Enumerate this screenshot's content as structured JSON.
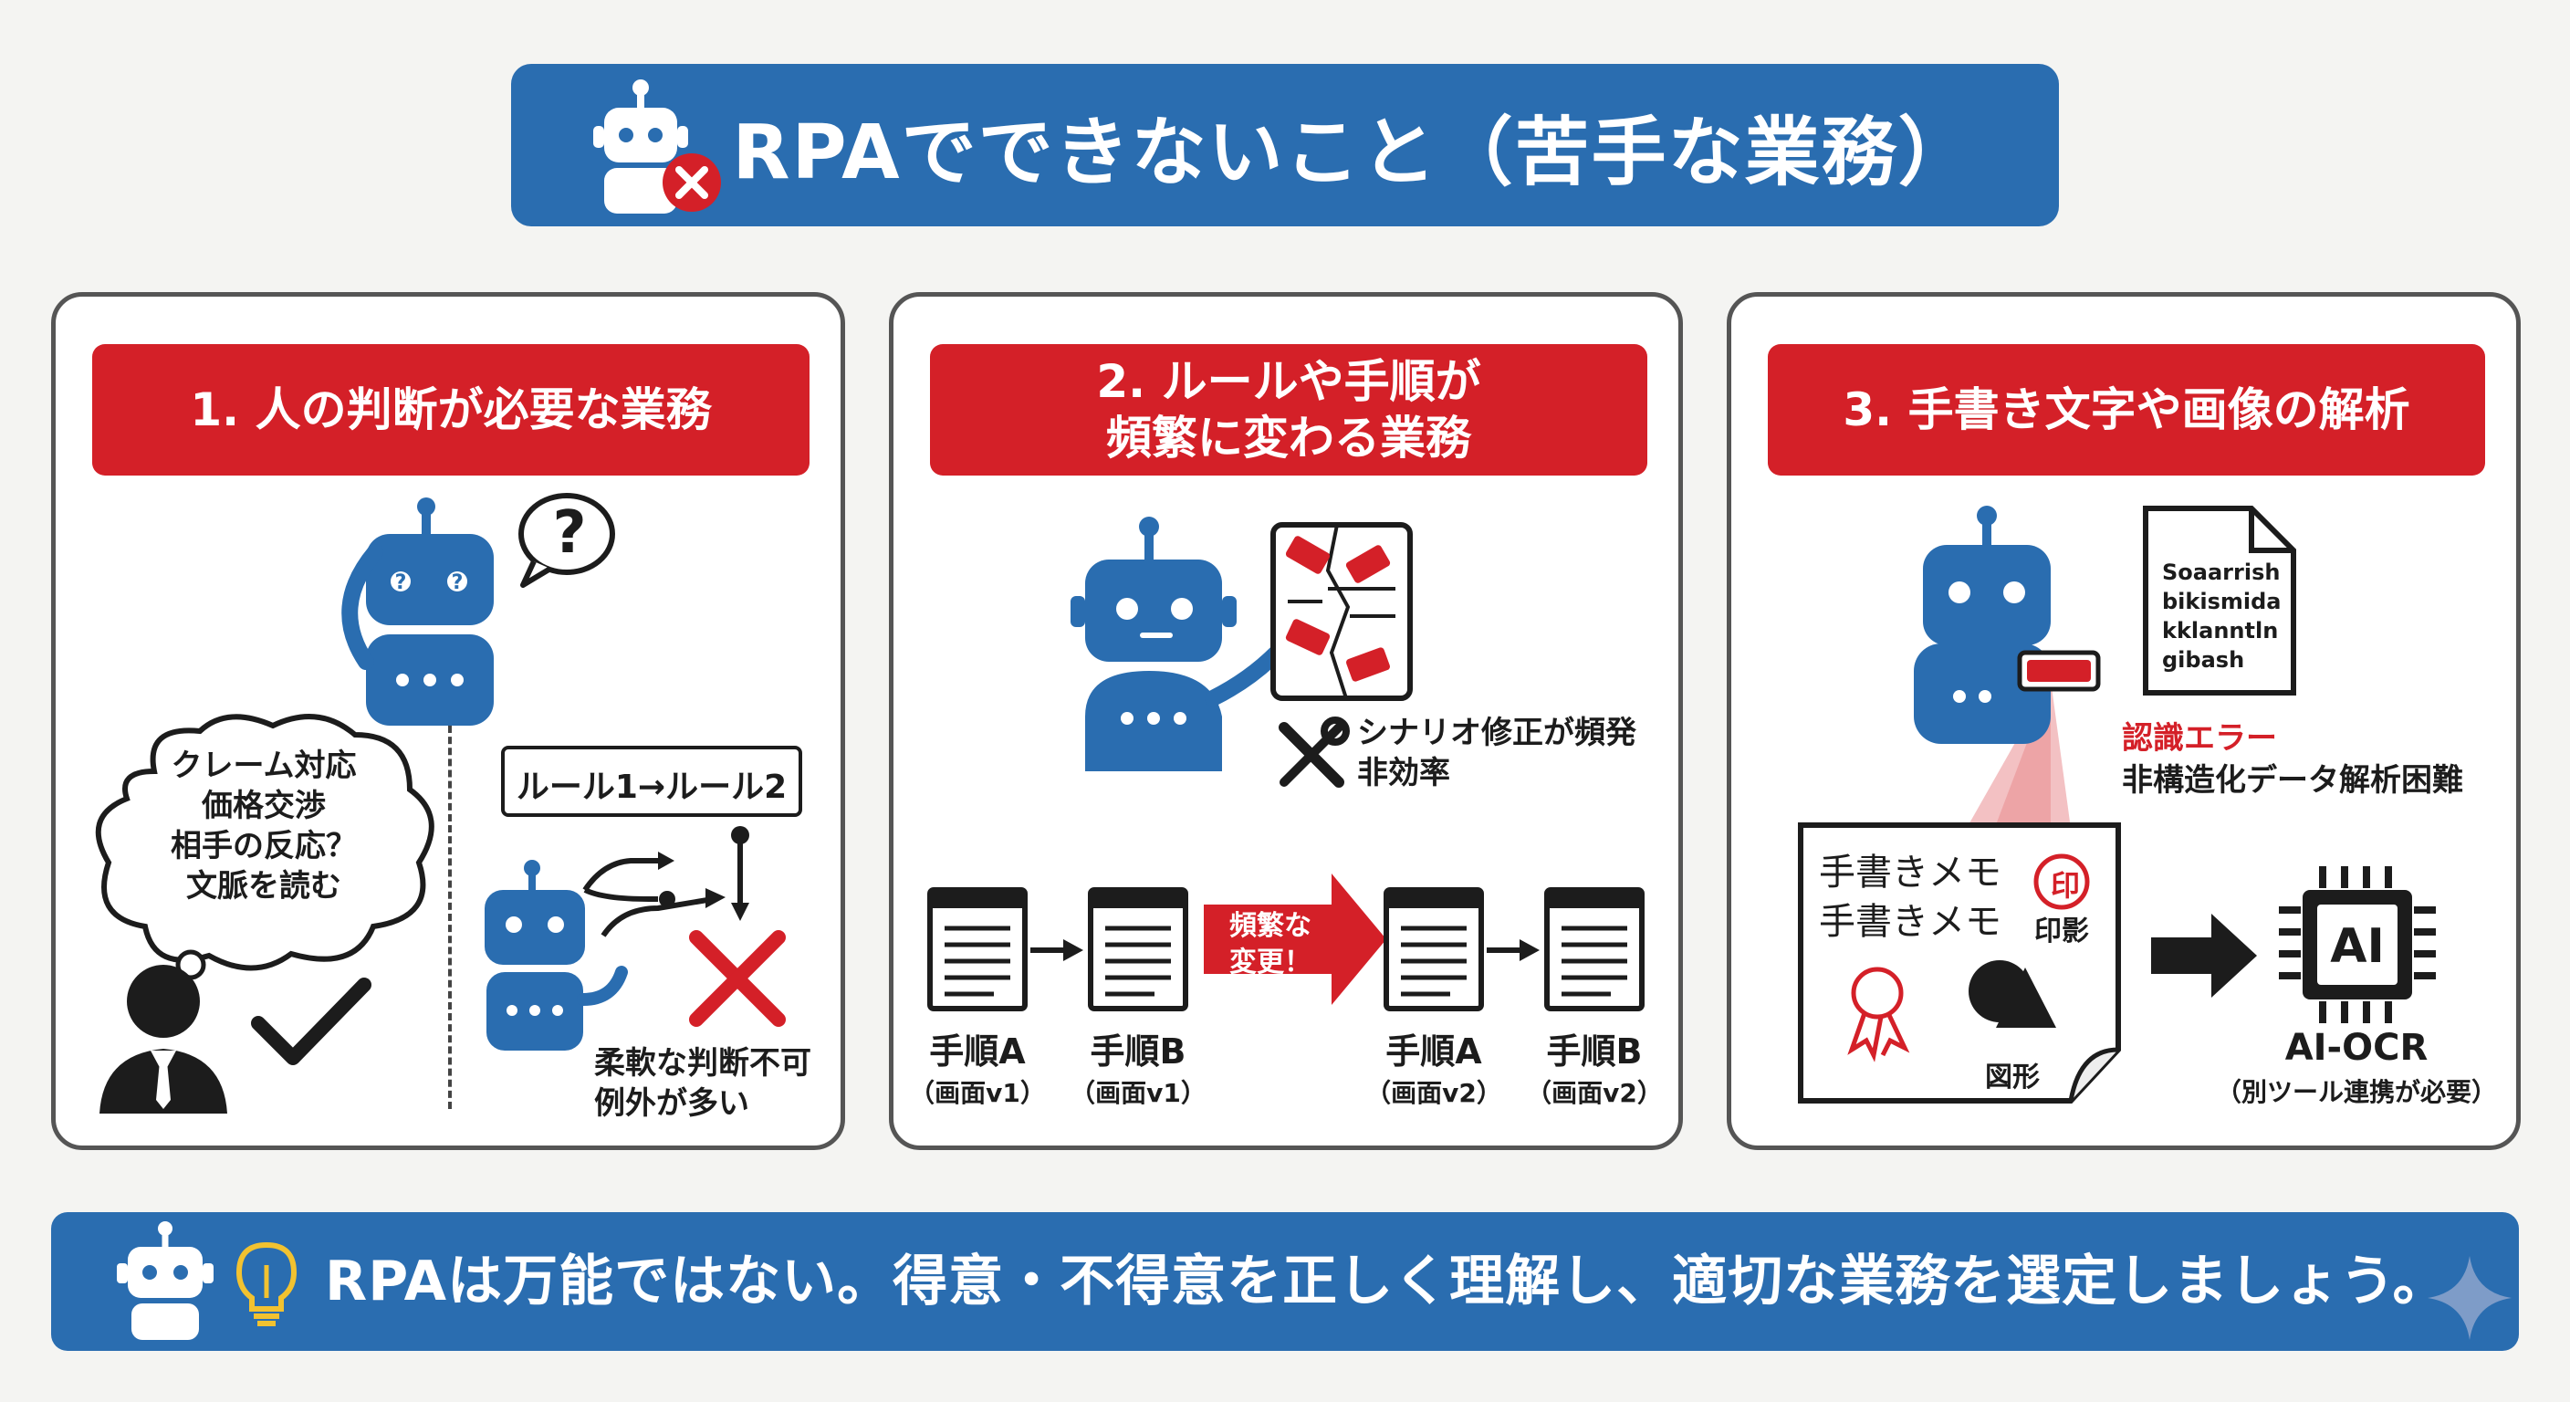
{
  "title": "RPAでできないこと（苦手な業務）",
  "panels": [
    {
      "heading_lines": [
        "1. 人の判断が必要な業務"
      ],
      "thought_lines": [
        "クレーム対応",
        "価格交渉",
        "相手の反応？",
        "文脈を読む"
      ],
      "question_mark": "?",
      "rule_box": "ルール1→ルール2",
      "caption_lines": [
        "柔軟な判断不可",
        "例外が多い"
      ]
    },
    {
      "heading_lines": [
        "2. ルールや手順が",
        "頻繁に変わる業務"
      ],
      "issue_lines": [
        "シナリオ修正が頻発",
        "非効率"
      ],
      "change_label_lines": [
        "頻繁な",
        "変更！"
      ],
      "docs": [
        {
          "name": "手順A",
          "version": "（画面v1）"
        },
        {
          "name": "手順B",
          "version": "（画面v1）"
        },
        {
          "name": "手順A",
          "version": "（画面v2）"
        },
        {
          "name": "手順B",
          "version": "（画面v2）"
        }
      ]
    },
    {
      "heading_lines": [
        "3. 手書き文字や画像の解析"
      ],
      "garbled_lines": [
        "Soaarrish",
        "bikismida",
        "kklanntln",
        "gibash"
      ],
      "error_title": "認識エラー",
      "error_desc": "非構造化データ解析困難",
      "handwriting_lines": [
        "手書きメモ",
        "手書きメモ"
      ],
      "stamp_char": "印",
      "stamp_label": "印影",
      "shape_label": "図形",
      "ai_chip_label": "AI",
      "ai_ocr_title": "AI-OCR",
      "ai_ocr_note": "（別ツール連携が必要）"
    }
  ],
  "footer": "RPAは万能ではない。得意・不得意を正しく理解し、適切な業務を選定しましょう。",
  "colors": {
    "blue": "#2a6db0",
    "red": "#d42028",
    "robot": "#2a6db0",
    "dark": "#1c1c1c"
  }
}
